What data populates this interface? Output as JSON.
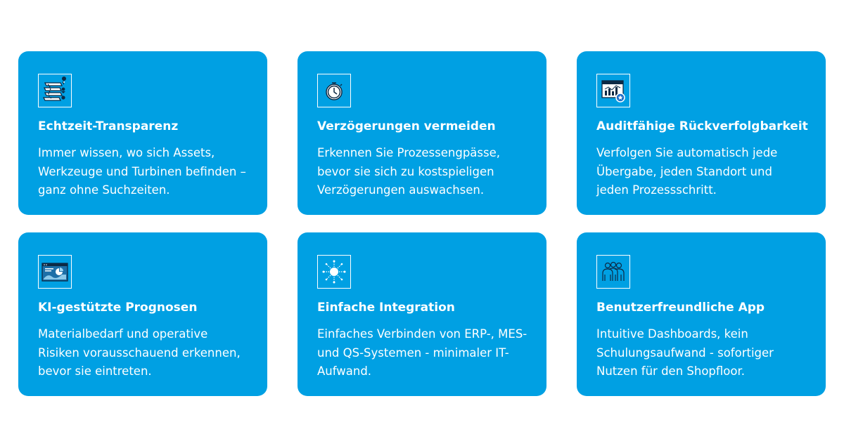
{
  "colors": {
    "card_background": "#00a0e3",
    "text": "#ffffff",
    "page_background": "#ffffff"
  },
  "cards": [
    {
      "icon": "asset-tracking-icon",
      "title": "Echtzeit-Transparenz",
      "text": "Immer wissen, wo sich Assets, Werkzeuge und Turbinen befinden – ganz ohne Suchzeiten."
    },
    {
      "icon": "stopwatch-icon",
      "title": "Verzögerungen vermeiden",
      "text": "Erkennen Sie Prozessengpässe, bevor sie sich zu kostspieligen Verzögerungen auswachsen."
    },
    {
      "icon": "audit-chart-icon",
      "title": "Auditfähige Rückverfolgbarkeit",
      "text": "Verfolgen Sie automatisch jede Übergabe, jeden Standort und jeden Prozessschritt."
    },
    {
      "icon": "forecast-dashboard-icon",
      "title": "KI-gestützte Prognosen",
      "text": "Materialbedarf und operative Risiken vorausschauend erkennen, bevor sie eintreten."
    },
    {
      "icon": "integration-hub-icon",
      "title": "Einfache Integration",
      "text": "Einfaches Verbinden von ERP-, MES- und QS-Systemen - minimaler IT-Aufwand."
    },
    {
      "icon": "users-group-icon",
      "title": "Benutzerfreundliche App",
      "text": "Intuitive Dashboards, kein Schulungsaufwand - sofortiger Nutzen für den Shopfloor."
    }
  ]
}
